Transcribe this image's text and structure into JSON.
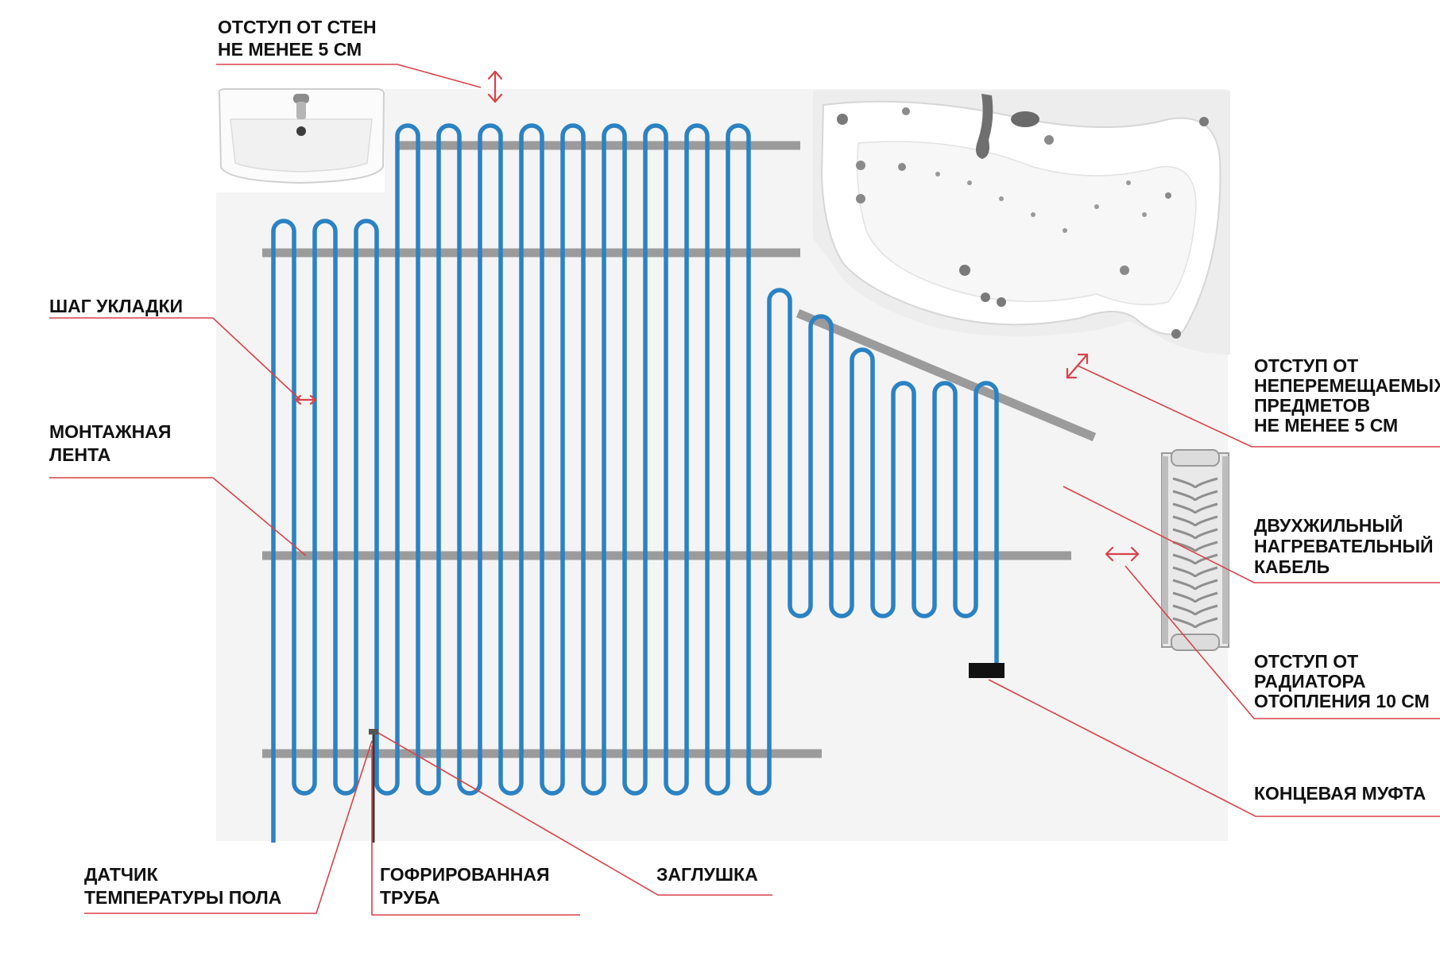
{
  "labels": {
    "wall_offset": [
      "ОТСТУП ОТ СТЕН",
      "НЕ МЕНЕЕ 5 СМ"
    ],
    "laying_step": [
      "ШАГ УКЛАДКИ"
    ],
    "mounting_tape": [
      "МОНТАЖНАЯ",
      "ЛЕНТА"
    ],
    "fixed_objects_offset": [
      "ОТСТУП ОТ",
      "НЕПЕРЕМЕЩАЕМЫХ",
      "ПРЕДМЕТОВ",
      "НЕ МЕНЕЕ 5 СМ"
    ],
    "twin_core_cable": [
      "ДВУХЖИЛЬНЫЙ",
      "НАГРЕВАТЕЛЬНЫЙ",
      "КАБЕЛЬ"
    ],
    "radiator_offset": [
      "ОТСТУП ОТ",
      "РАДИАТОРА",
      "ОТОПЛЕНИЯ 10 СМ"
    ],
    "end_sleeve": [
      "КОНЦЕВАЯ МУФТА"
    ],
    "floor_sensor": [
      "ДАТЧИК",
      "ТЕМПЕРАТУРЫ ПОЛА"
    ],
    "corrugated_tube": [
      "ГОФРИРОВАННАЯ",
      "ТРУБА"
    ],
    "plug": [
      "ЗАГЛУШКА"
    ]
  },
  "colors": {
    "cable": "#2b82c3",
    "tape": "#9b9b9b",
    "leader": "#d9424a",
    "floor": "#f4f4f4",
    "text": "#111111"
  },
  "icons": {
    "sink": "sink-icon",
    "bathtub": "bathtub-icon",
    "radiator": "radiator-icon"
  }
}
